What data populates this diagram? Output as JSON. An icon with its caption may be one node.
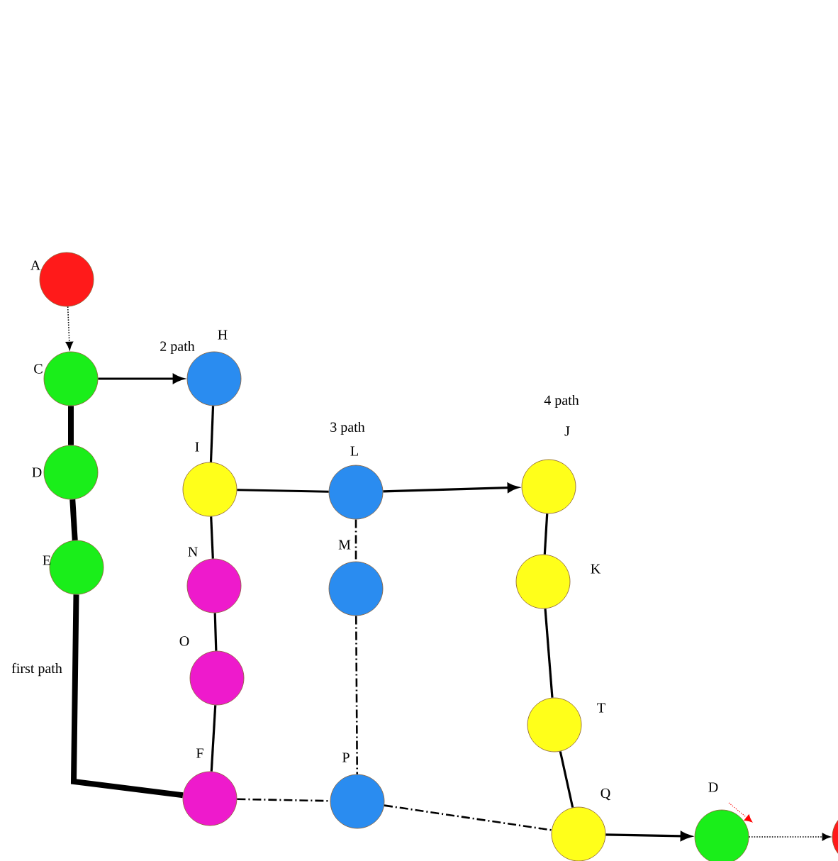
{
  "diagram": {
    "nodes": [
      {
        "text": [
          "A"
        ]
      },
      {
        "text": [
          "C"
        ]
      },
      {
        "text": [
          "D"
        ]
      },
      {
        "text": [
          "E"
        ]
      },
      {
        "text": [
          "H"
        ]
      },
      {
        "text": [
          "I"
        ]
      },
      {
        "text": [
          "N"
        ]
      },
      {
        "text": [
          "O"
        ]
      },
      {
        "text": [
          "F"
        ]
      },
      {
        "text": [
          "L"
        ]
      },
      {
        "text": [
          "M"
        ]
      },
      {
        "text": [
          "P"
        ]
      },
      {
        "text": [
          "J"
        ]
      },
      {
        "text": [
          "K"
        ]
      },
      {
        "text": [
          "T"
        ]
      },
      {
        "text": [
          "Q"
        ]
      },
      {
        "text": [
          "D"
        ]
      },
      {
        "text": [],
        "shape": "circle"
      }
    ],
    "edges": [
      {
        "from": 0,
        "to": 1,
        "arrow": "to",
        "style": "dashed"
      },
      {
        "from": 1,
        "to": 2,
        "arrow": "none",
        "style": "thick"
      },
      {
        "from": 2,
        "to": 3,
        "arrow": "none",
        "style": "thick"
      },
      {
        "from": 3,
        "to": 8,
        "arrow": "none",
        "style": "thick"
      },
      {
        "from": 1,
        "to": 4,
        "arrow": "to"
      },
      {
        "from": 4,
        "to": 5,
        "arrow": "none"
      },
      {
        "from": 5,
        "to": 9,
        "arrow": "none"
      },
      {
        "from": 9,
        "to": 12,
        "arrow": "to"
      },
      {
        "from": 5,
        "to": 6,
        "arrow": "none"
      },
      {
        "from": 6,
        "to": 7,
        "arrow": "none"
      },
      {
        "from": 7,
        "to": 8,
        "arrow": "none"
      },
      {
        "from": 9,
        "to": 10,
        "arrow": "none",
        "style": "dashed"
      },
      {
        "from": 10,
        "to": 11,
        "arrow": "none",
        "style": "dashed"
      },
      {
        "from": 8,
        "to": 11,
        "arrow": "none",
        "style": "dashed"
      },
      {
        "from": 11,
        "to": 15,
        "arrow": "none",
        "style": "dashed"
      },
      {
        "from": 12,
        "to": 13,
        "arrow": "none"
      },
      {
        "from": 13,
        "to": 14,
        "arrow": "none"
      },
      {
        "from": 14,
        "to": 15,
        "arrow": "none"
      },
      {
        "from": 15,
        "to": 16,
        "arrow": "to"
      },
      {
        "from": 16,
        "to": 17,
        "arrow": "to",
        "style": "dashed"
      }
    ],
    "labels": [
      "2 path",
      "3 path",
      "4 path",
      "first path"
    ]
  }
}
